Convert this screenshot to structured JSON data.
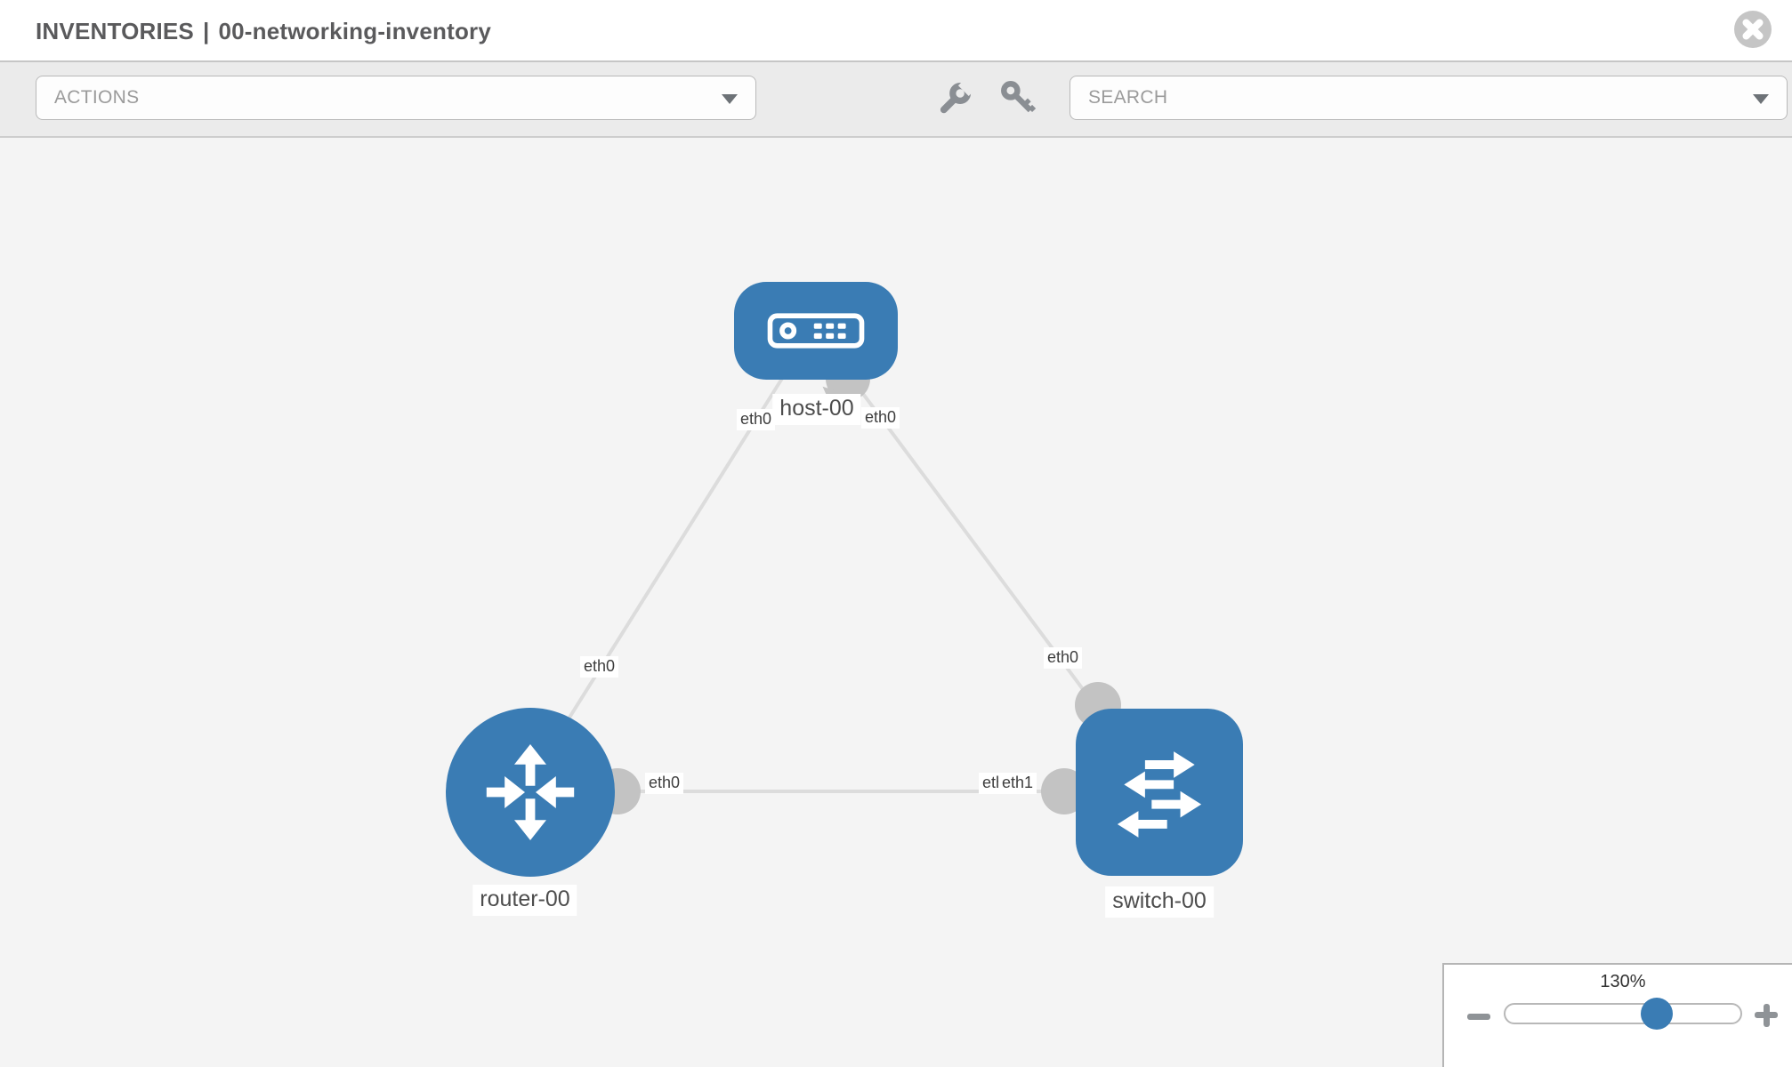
{
  "header": {
    "section": "INVENTORIES",
    "divider": "|",
    "inventory_name": "00-networking-inventory"
  },
  "toolbar": {
    "actions_label": "ACTIONS",
    "search_label": "SEARCH"
  },
  "canvas": {
    "nodes": [
      {
        "id": "host-00",
        "type": "host",
        "label": "host-00"
      },
      {
        "id": "router-00",
        "type": "router",
        "label": "router-00"
      },
      {
        "id": "switch-00",
        "type": "switch",
        "label": "switch-00"
      }
    ],
    "links": [
      {
        "from": "host-00",
        "to": "router-00",
        "from_label": "eth0",
        "to_label": "eth0"
      },
      {
        "from": "host-00",
        "to": "switch-00",
        "from_label": "eth0",
        "to_label": "eth0"
      },
      {
        "from": "router-00",
        "to": "switch-00",
        "from_label": "eth0",
        "to_label": "eth1",
        "to_label_under": "eth0"
      }
    ]
  },
  "zoom_control": {
    "value": "130%",
    "percent": 130
  },
  "icons": {
    "close": "close-icon (circle with x)",
    "chevron": "chevron-down-icon (filled triangle)",
    "wrench": "wrench-icon",
    "key": "key-icon",
    "zoom_out": "minus-icon",
    "zoom_in": "plus-icon"
  },
  "colors": {
    "node_blue": "#3a7cb4",
    "link_gray": "#dcdcdc",
    "connector_gray": "#c3c3c3",
    "canvas_bg": "#f4f4f4",
    "toolbar_bg": "#ebebeb",
    "title_text": "#5a5a5c",
    "muted_text": "#9b9b9b",
    "slider_thumb": "#3a7cb4"
  }
}
